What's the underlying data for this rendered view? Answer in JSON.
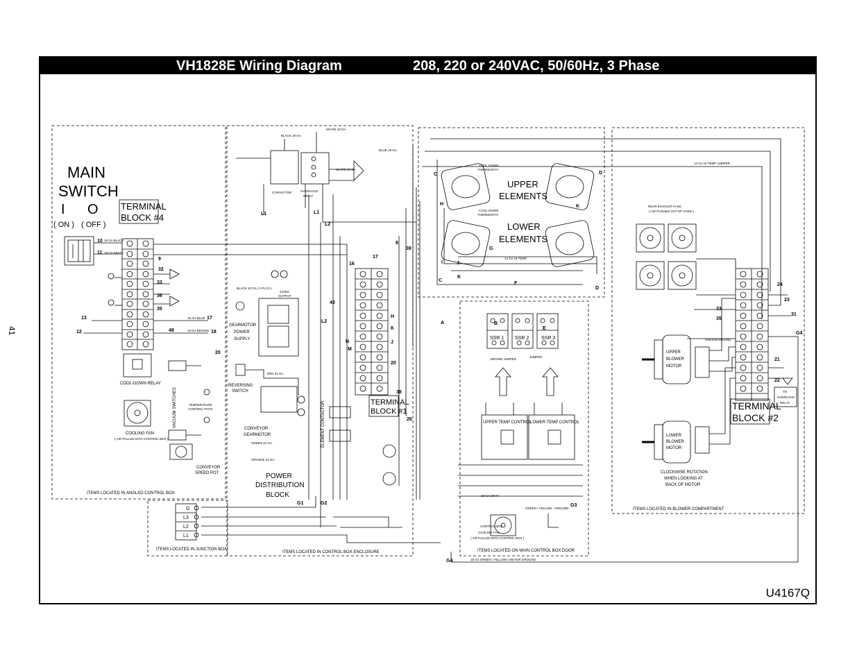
{
  "title": {
    "left": "VH1828E Wiring Diagram",
    "right": "208, 220 or 240VAC, 50/60Hz, 3 Phase"
  },
  "page_number": "41",
  "doc_code": "U4167Q",
  "main_switch": {
    "line1": "MAIN",
    "line2": "SWITCH",
    "symbol_on": "I",
    "symbol_off": "O",
    "on_label": "( ON )",
    "off_label": "( OFF )"
  },
  "terminal_blocks": {
    "tb4": [
      "TERMINAL",
      "BLOCK #4"
    ],
    "tb1": [
      "TERMINAL",
      "BLOCK #1"
    ],
    "tb2": [
      "TERMINAL",
      "BLOCK #2"
    ]
  },
  "elements": {
    "upper": [
      "UPPER",
      "ELEMENTS"
    ],
    "lower": [
      "LOWER",
      "ELEMENTS"
    ]
  },
  "power_block": [
    "POWER",
    "DISTRIBUTION",
    "BLOCK"
  ],
  "region_labels": {
    "angled": "ITEMS LOCATED IN ANGLED CONTROL BOX",
    "junction": "ITEMS LOCATED IN JUNCTION BOX",
    "enclosure": "ITEMS LOCATED IN CONTROL BOX ENCLOSURE",
    "door": "ITEMS LOCATED ON MAIN CONTROL BOX DOOR",
    "blower": "ITEMS LOCATED IN BLOWER COMPARTMENT"
  },
  "components": {
    "cool_down_relay": "COOL-DOWN RELAY",
    "cooling_fan": "COOLING FAN",
    "cooling_fan_note": "( AIR PULLED INTO CONTROL BOX )",
    "conveyor_speed_pot": [
      "CONVEYOR",
      "SPEED POT"
    ],
    "gearmotor_supply": [
      "GEARMOTOR",
      "POWER",
      "SUPPLY"
    ],
    "reversing_switch": [
      "REVERSING",
      "SWITCH"
    ],
    "conveyor_gearmotor": [
      "CONVEYOR",
      "GEARMOTOR"
    ],
    "contactor": "CONTACTOR",
    "overload_relay": [
      "OVERLOAD",
      "RELAY"
    ],
    "vacuum_switches": "VACUUM SWITCHES",
    "temp_pots": [
      "TEMPERATURE",
      "CONTROL POTS"
    ],
    "element_contactor": "ELEMENT CONTACTOR",
    "ssr1": "SSR 1",
    "ssr2": "SSR 2",
    "ssr3": "SSR 3",
    "upper_temp_control": "UPPER TEMP CONTROL",
    "lower_temp_control": "LOWER TEMP CONTROL",
    "control_box_fan": [
      "CONTROL BOX",
      "COOLING FAN"
    ],
    "control_box_fan_note": "( AIR PULLED INTO CONTROL BOX )",
    "rear_fans": [
      "REAR EXHAUST FANS",
      "( AIR PUSHED OUT OF OVEN )"
    ],
    "upper_blower": [
      "UPPER",
      "BLOWER",
      "MOTOR"
    ],
    "lower_blower": [
      "LOWER",
      "BLOWER",
      "MOTOR"
    ],
    "rotation_note": [
      "CLOCKWISE ROTATION",
      "WHEN LOOKING AT",
      "BACK OF MOTOR"
    ],
    "to_overload": [
      "TO",
      "OVERLOAD",
      "RELAY"
    ],
    "cool_down_thermostat": [
      "COOL-DOWN",
      "THERMOSTAT"
    ],
    "output_24vdc": [
      "24VDC",
      "OUTPUT"
    ]
  },
  "pins": {
    "tb4": [
      "10",
      "11",
      "9",
      "32",
      "33",
      "36",
      "35",
      "13",
      "17",
      "12",
      "48",
      "18",
      "20"
    ],
    "tb1": [
      "8",
      "38",
      "17",
      "16",
      "43",
      "H",
      "N",
      "K",
      "M",
      "J",
      "20",
      "38",
      "26"
    ],
    "tb2": [
      "24",
      "23",
      "33",
      "35",
      "31",
      "G4",
      "21",
      "22"
    ]
  },
  "wire_labels": [
    "18 GA BLACK",
    "18 GA WHITE",
    "18 GA BROWN",
    "18 GA BLUE",
    "BLACK 18 GA",
    "WHITE 18 GA",
    "BLUE 18 GA",
    "WHITE 18 GA",
    "14 GA HI-TEMP",
    "14 GA HI-TEMP JUMPER",
    "GREEN / YELLOW - GROUND",
    "BROWN JUMPER",
    "JUMPER",
    "GREEN 22 GA",
    "ORANGE 22 GA",
    "RED 22 GA",
    "BLACK 22 GA ( 2 PLCS )",
    "18 GA GRAY",
    "GREEN/GROUND",
    "18 GA GREEN / YELLOW / MOTOR GROUND"
  ],
  "callouts": [
    "C",
    "D",
    "H",
    "K",
    "G",
    "F",
    "I",
    "J",
    "A",
    "B",
    "E",
    "L1",
    "L2",
    "L3",
    "G1",
    "G2",
    "G3",
    "G4"
  ],
  "letters_upper": [
    "C",
    "D",
    "H",
    "K"
  ],
  "letters_lower": [
    "G",
    "I",
    "J",
    "F",
    "C",
    "K",
    "D"
  ],
  "junction_rows": [
    "G",
    "L3",
    "L2",
    "L1"
  ]
}
